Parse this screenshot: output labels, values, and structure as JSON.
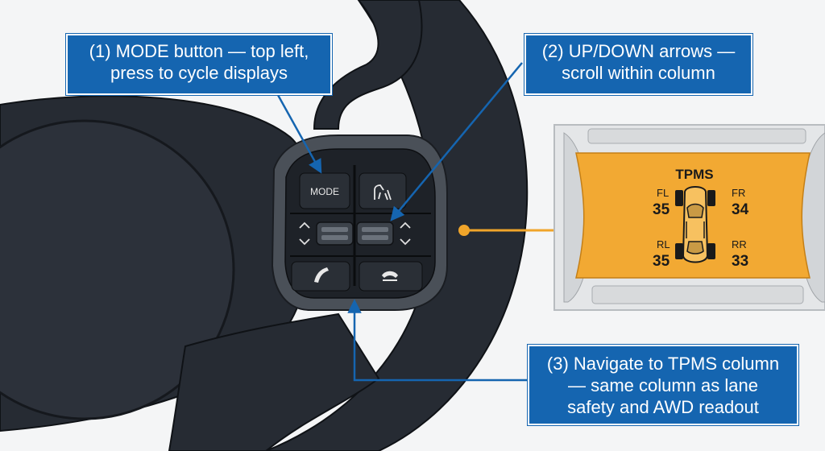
{
  "callouts": {
    "mode": {
      "line1": "(1) MODE button — top left,",
      "line2": "press to cycle displays"
    },
    "arrows": {
      "line1": "(2) UP/DOWN arrows —",
      "line2": "scroll within column"
    },
    "tpms": {
      "line1": "(3) Navigate to TPMS column",
      "line2": "— same column as lane",
      "line3": "safety and AWD readout"
    }
  },
  "buttons": {
    "mode_label": "MODE"
  },
  "display": {
    "title": "TPMS",
    "fl_label": "FL",
    "fl_value": "35",
    "fr_label": "FR",
    "fr_value": "34",
    "rl_label": "RL",
    "rl_value": "35",
    "rr_label": "RR",
    "rr_value": "33"
  },
  "colors": {
    "callout_blue": "#1565b0",
    "wheel_dark": "#262b33",
    "display_amber": "#f2a933",
    "connector_orange": "#f0a52a"
  },
  "icons": [
    "driver-assist-icon",
    "phone-answer-icon",
    "phone-hangup-icon",
    "chevron-up-icon",
    "chevron-down-icon",
    "car-topview-icon"
  ]
}
